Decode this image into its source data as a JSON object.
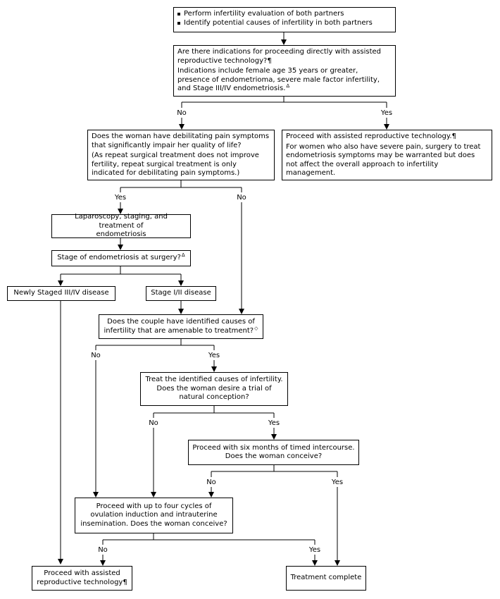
{
  "boxes": {
    "evaluation": {
      "bullets": [
        "Perform infertility evaluation of both partners",
        "Identify potential causes of infertility in both partners"
      ]
    },
    "art_indications": {
      "question": "Are there indications for proceeding directly with assisted reproductive technology?",
      "question_mark": "¶",
      "detail": "Indications include female age 35 years or greater, presence of endometrioma, severe male factor infertility, and Stage III/IV endometriosis.",
      "detail_mark": "Δ"
    },
    "pain": {
      "question": "Does the woman have debilitating pain symptoms that significantly impair her quality of life?",
      "note": "(As repeat surgical treatment does not improve fertility, repeat surgical treatment is only indicated for debilitating pain symptoms.)"
    },
    "proceed_art_top": {
      "line1": "Proceed with assisted reproductive technology.",
      "line1_mark": "¶",
      "line2": "For women who also have severe pain, surgery to treat endometriosis symptoms may be warranted but does not affect the overall approach to infertility management."
    },
    "laparoscopy": {
      "text": "Laparoscopy, staging, and treatment of endometriosis"
    },
    "stage_question": {
      "text": "Stage of endometriosis at surgery?",
      "mark": "Δ"
    },
    "stage_3_4": {
      "text": "Newly Staged III/IV disease"
    },
    "stage_1_2": {
      "text": "Stage I/II disease"
    },
    "amenable": {
      "text": "Does the couple have identified causes of infertility that are amenable to treatment?",
      "mark": "◇"
    },
    "treat_causes": {
      "text": "Treat the identified causes of infertility. Does the woman desire a trial of natural conception?"
    },
    "timed_intercourse": {
      "text": "Proceed with six months of timed intercourse. Does the woman conceive?"
    },
    "ovulation": {
      "text": "Proceed with up to four cycles of ovulation induction and intrauterine insemination. Does the woman conceive?"
    },
    "proceed_art_bottom": {
      "text": "Proceed with assisted reproductive technology",
      "mark": "¶"
    },
    "complete": {
      "text": "Treatment complete"
    }
  },
  "labels": {
    "no_1": "No",
    "yes_1": "Yes",
    "yes_2": "Yes",
    "no_2": "No",
    "no_3": "No",
    "yes_3": "Yes",
    "no_4": "No",
    "yes_4": "Yes",
    "no_5": "No",
    "yes_5": "Yes",
    "no_6": "No",
    "yes_6": "Yes"
  },
  "colors": {
    "line": "#000000",
    "box_border": "#000000",
    "background": "#ffffff"
  }
}
